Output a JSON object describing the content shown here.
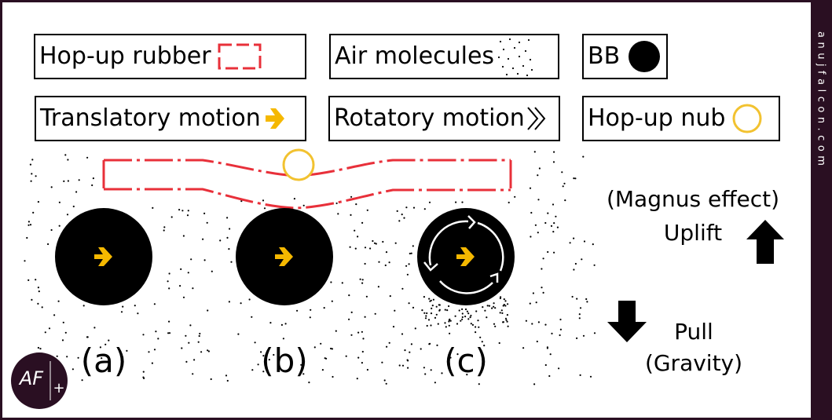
{
  "legend": {
    "hop_up_rubber": "Hop-up rubber",
    "air_molecules": "Air molecules",
    "bb": "BB",
    "translatory_motion": "Translatory motion",
    "rotatory_motion": "Rotatory motion",
    "hop_up_nub": "Hop-up nub"
  },
  "panels": {
    "a": "(a)",
    "b": "(b)",
    "c": "(c)"
  },
  "forces": {
    "magnus": "(Magnus effect)",
    "uplift": "Uplift",
    "pull": "Pull",
    "gravity": "(Gravity)"
  },
  "watermark": "anujfalcon.com",
  "logo": {
    "mark": "AF",
    "plus": "+"
  },
  "colors": {
    "frame": "#2a0f22",
    "rubber": "#e8303a",
    "arrow": "#f5b800",
    "nub": "#f2c230",
    "bb": "#000000"
  },
  "icons": {
    "translatory": "chevron-arrow-right-icon",
    "rotatory": "double-chevron-right-icon",
    "uplift": "arrow-up-icon",
    "pull": "arrow-down-icon"
  }
}
